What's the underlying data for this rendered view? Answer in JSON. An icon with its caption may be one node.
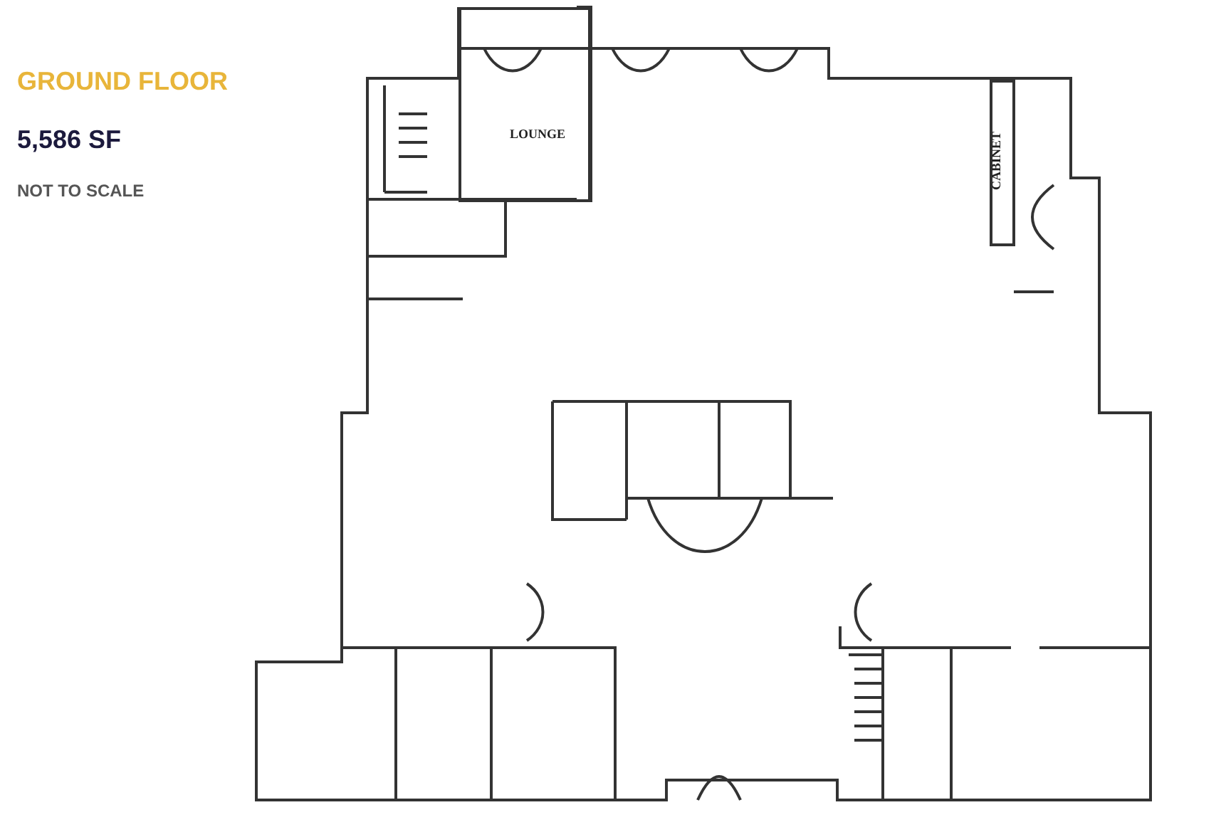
{
  "diagram": {
    "title": "GROUND FLOOR",
    "nodes": [
      {
        "text": [
          "LOUNGE"
        ]
      },
      {
        "text": [
          "CABINET"
        ]
      }
    ],
    "labels": [
      "5,586 SF",
      "NOT TO SCALE"
    ]
  }
}
